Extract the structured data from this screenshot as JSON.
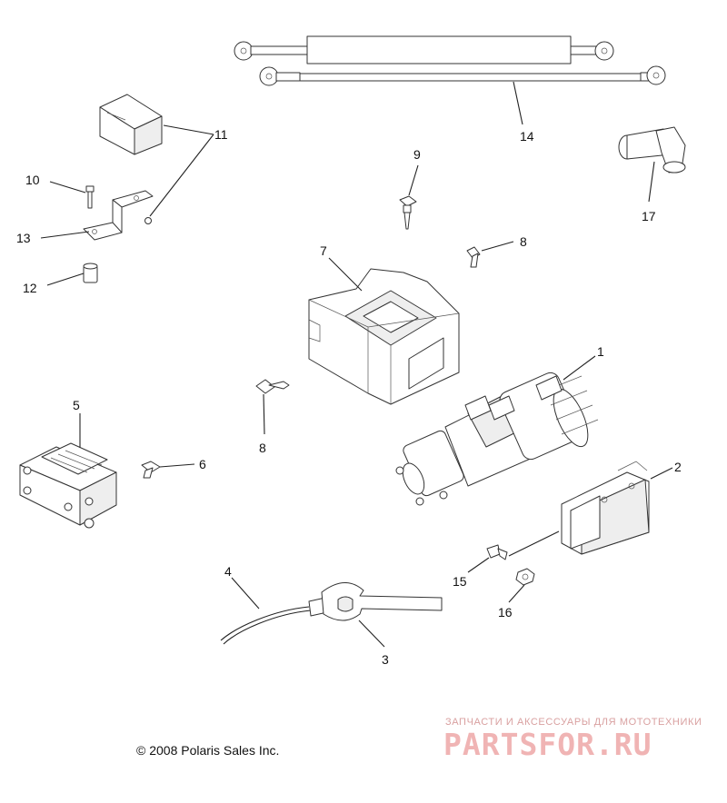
{
  "diagram": {
    "callouts": {
      "c1": "1",
      "c2": "2",
      "c3": "3",
      "c4": "4",
      "c5": "5",
      "c6": "6",
      "c7": "7",
      "c8a": "8",
      "c8b": "8",
      "c9": "9",
      "c10": "10",
      "c11": "11",
      "c12": "12",
      "c13": "13",
      "c14": "14",
      "c15": "15",
      "c16": "16",
      "c17": "17"
    },
    "copyright": "© 2008 Polaris Sales Inc."
  },
  "watermark": {
    "tagline": "ЗАПЧАСТИ И АКСЕССУАРЫ ДЛЯ МОТОТЕХНИКИ",
    "logo": "PARTSFOR.RU"
  }
}
